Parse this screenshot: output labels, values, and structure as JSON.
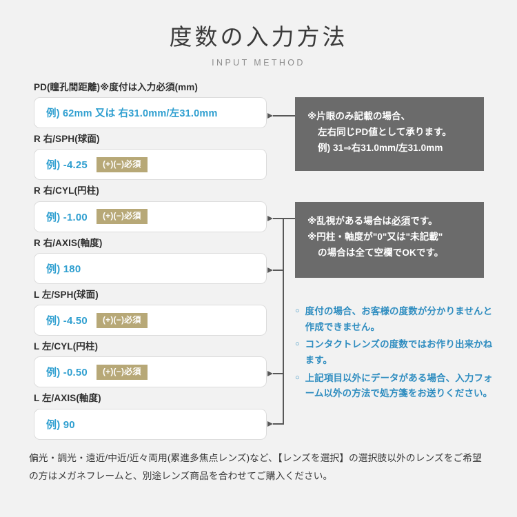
{
  "header": {
    "title": "度数の入力方法",
    "subtitle": "INPUT METHOD"
  },
  "fields": [
    {
      "id": "pd",
      "label": "PD(瞳孔間距離)※度付は入力必須(mm)",
      "placeholder": "例) 62mm 又は 右31.0mm/左31.0mm",
      "badge": null
    },
    {
      "id": "r-sph",
      "label": "R 右/SPH(球面)",
      "placeholder": "例) -4.25",
      "badge": "(+)(−)必須"
    },
    {
      "id": "r-cyl",
      "label": "R 右/CYL(円柱)",
      "placeholder": "例) -1.00",
      "badge": "(+)(−)必須"
    },
    {
      "id": "r-axis",
      "label": "R 右/AXIS(軸度)",
      "placeholder": "例) 180",
      "badge": null
    },
    {
      "id": "l-sph",
      "label": "L 左/SPH(球面)",
      "placeholder": "例) -4.50",
      "badge": "(+)(−)必須"
    },
    {
      "id": "l-cyl",
      "label": "L 左/CYL(円柱)",
      "placeholder": "例) -0.50",
      "badge": "(+)(−)必須"
    },
    {
      "id": "l-axis",
      "label": "L 左/AXIS(軸度)",
      "placeholder": "例) 90",
      "badge": null
    }
  ],
  "callouts": {
    "pd": {
      "line1": "※片眼のみ記載の場合、",
      "line2": "左右同じPD値として承ります。",
      "line3": "例) 31⇒右31.0mm/左31.0mm"
    },
    "cyl": {
      "line1_pre": "※乱視がある場合は",
      "line1_underline": "必須",
      "line1_post": "です。",
      "line2": "※円柱・軸度が\"0\"又は\"未記載\"",
      "line3": "の場合は全て空欄でOKです。"
    }
  },
  "notes": {
    "marker": "○",
    "items": [
      "度付の場合、お客様の度数が分かりませんと作成できません。",
      "コンタクトレンズの度数ではお作り出来かねます。",
      "上記項目以外にデータがある場合、入力フォーム以外の方法で処方箋をお送りください。"
    ]
  },
  "footer": {
    "text": "偏光・調光・遠近/中近/近々両用(累進多焦点レンズ)など、【レンズを選択】の選択肢以外のレンズをご希望の方はメガネフレームと、別途レンズ商品を合わせてご購入ください。"
  },
  "colors": {
    "background": "#f2f2f2",
    "placeholder_blue": "#2f9fd0",
    "badge_khaki": "#b7a877",
    "callout_gray": "#6b6b6b",
    "note_blue": "#2f8dc0",
    "connector": "#585858"
  }
}
